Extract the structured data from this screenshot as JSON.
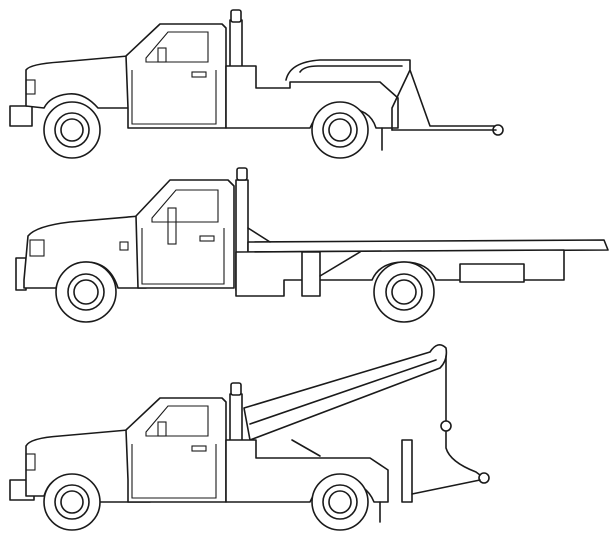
{
  "illustration": {
    "background": "#ffffff",
    "line_color": "#1a1a1a",
    "vehicles": [
      {
        "name": "wheel-lift-tow-truck",
        "icon": "wheel-lift-tow-truck-icon"
      },
      {
        "name": "flatbed-tow-truck",
        "icon": "flatbed-tow-truck-icon"
      },
      {
        "name": "boom-hook-tow-truck",
        "icon": "boom-hook-tow-truck-icon"
      }
    ]
  }
}
